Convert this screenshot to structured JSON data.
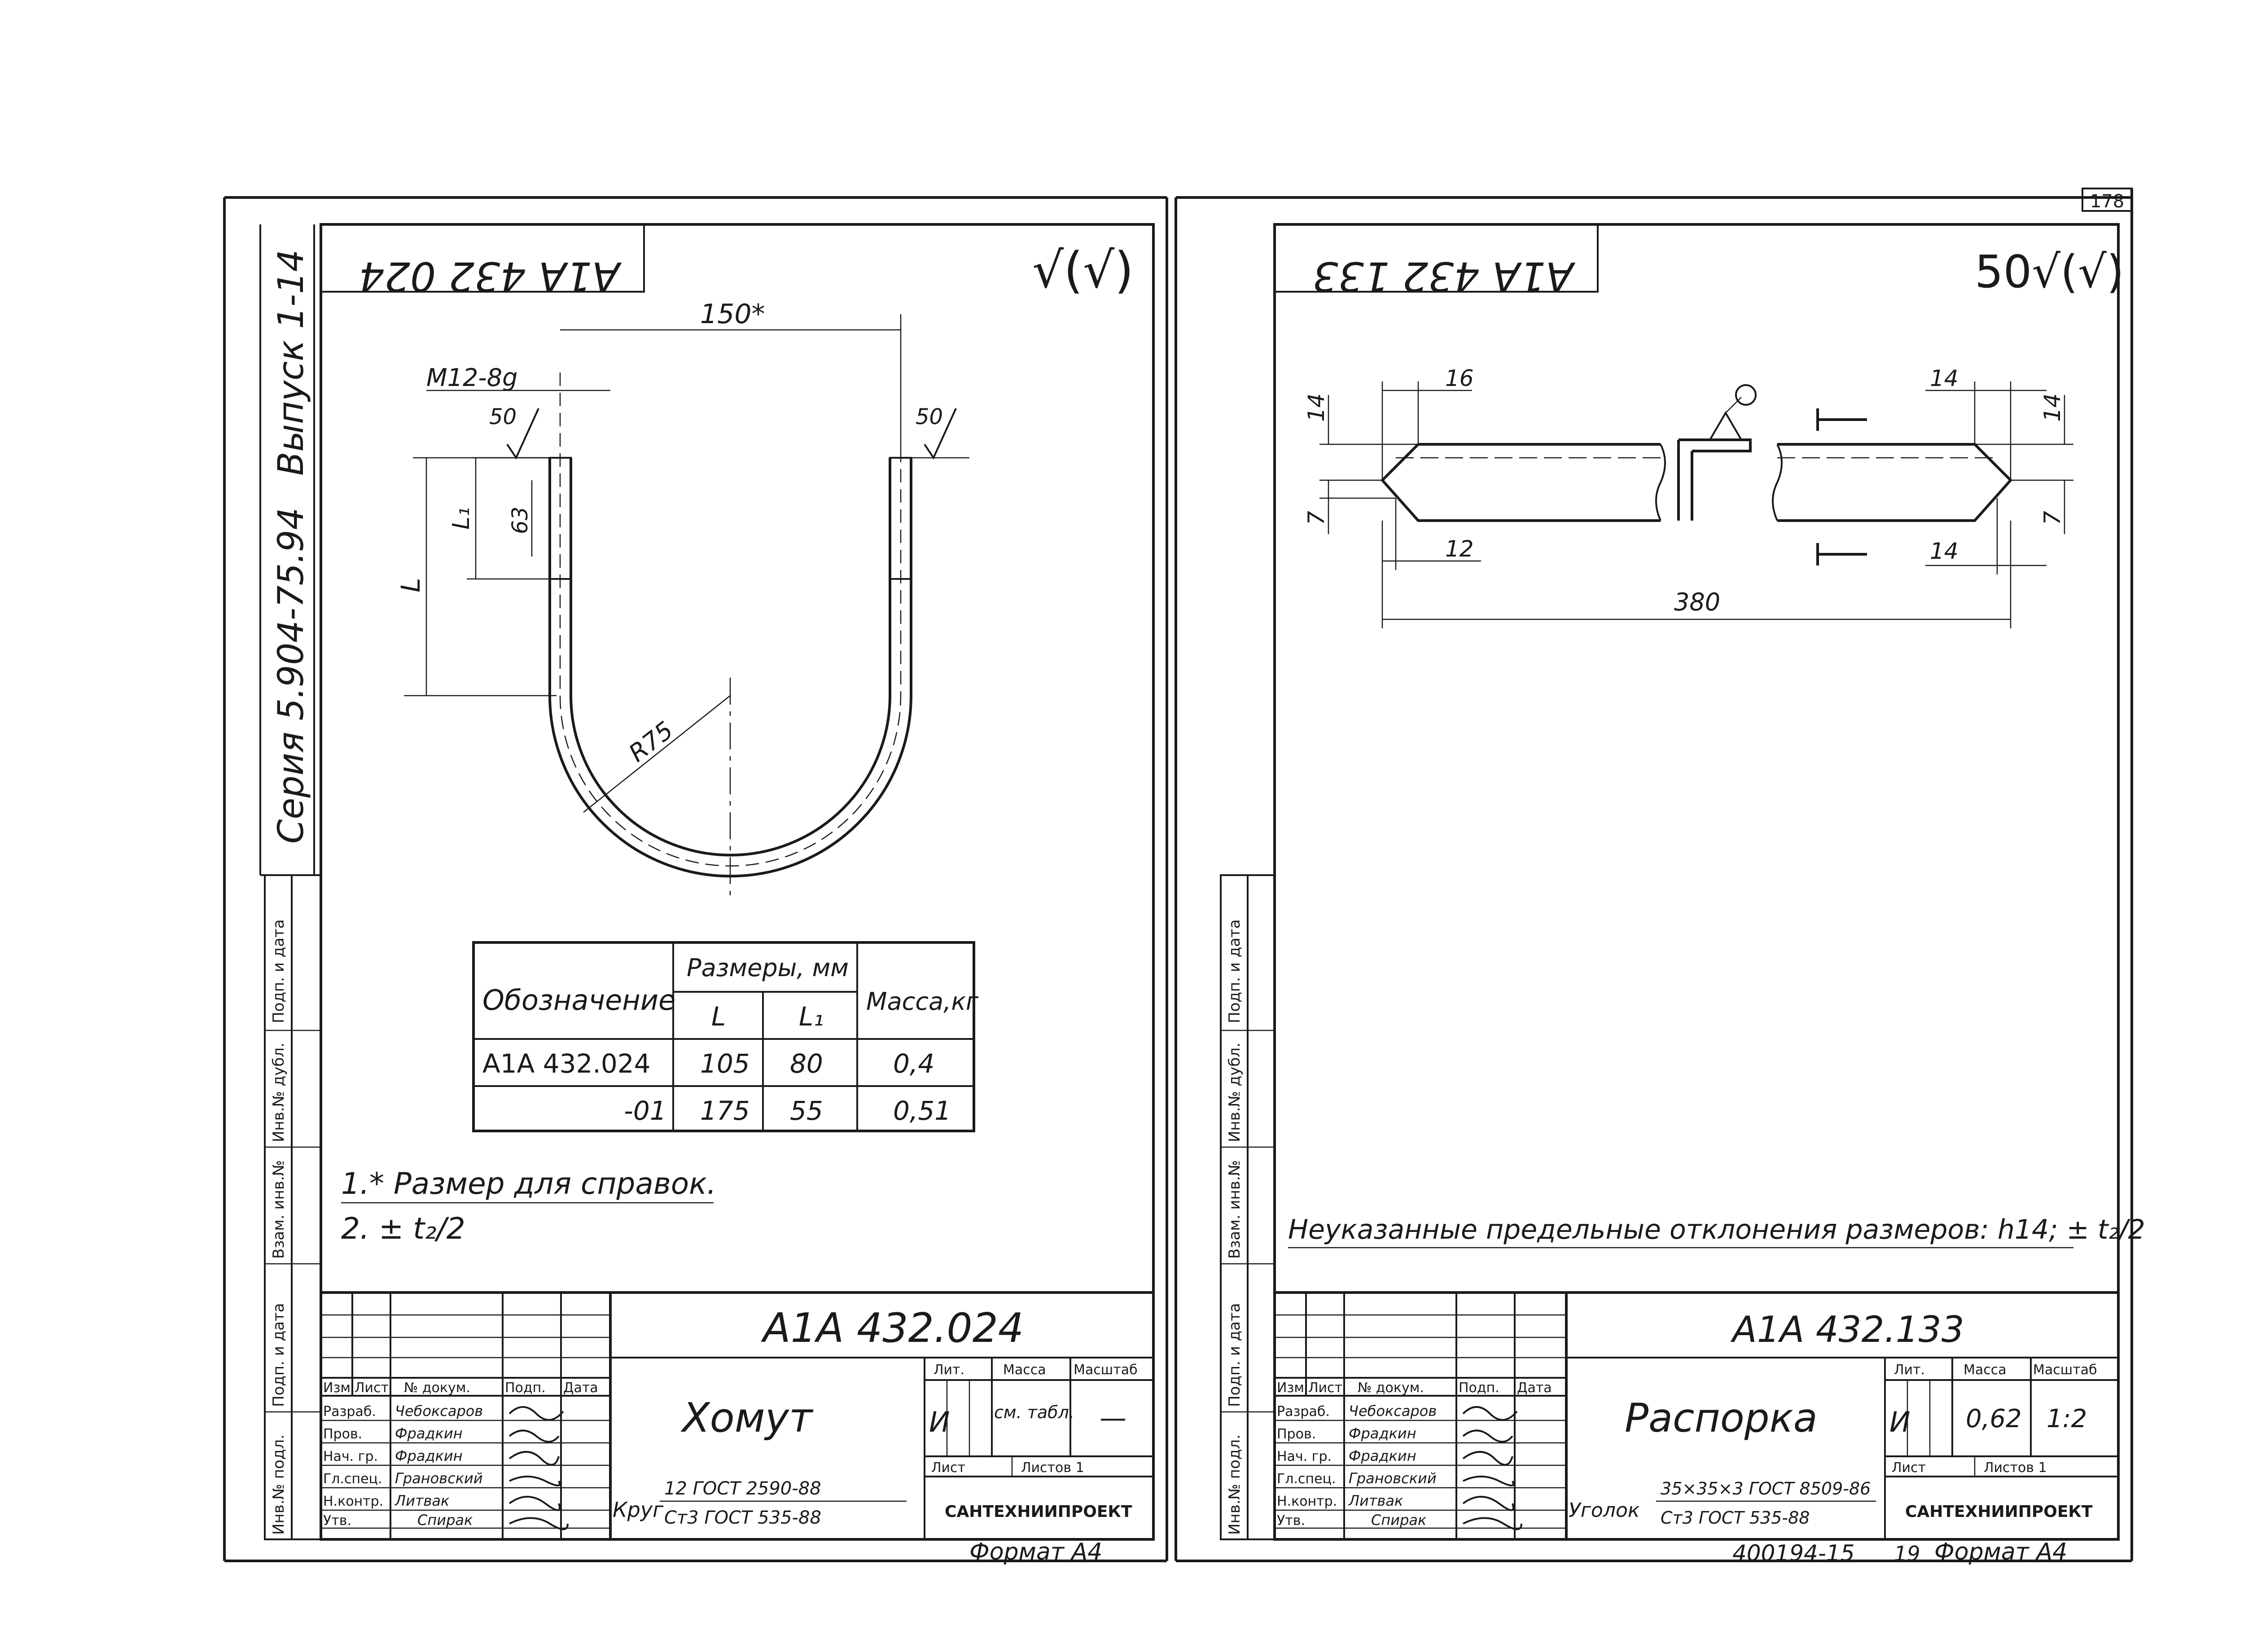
{
  "page_number": "178",
  "series_side": {
    "series": "Серия 5.904-75.94",
    "issue": "Выпуск 1-14"
  },
  "side_stamp": {
    "cells": [
      "Подп. и дата",
      "Инв.№ дубл.",
      "Взам. инв.№",
      "Подп. и дата",
      "Инв.№ подл."
    ]
  },
  "left_sheet": {
    "corner_code": "А1А 432 024",
    "roughness_general": "√(√)",
    "drawing": {
      "dim_width": "150*",
      "dim_thread": "М12-8g",
      "rough_left": "50",
      "rough_right": "50",
      "dim_L": "L",
      "dim_L1": "L₁",
      "dim_63": "63",
      "dim_radius": "R75"
    },
    "table": {
      "header_designation": "Обозначение",
      "header_sizes": "Размеры, мм",
      "header_L": "L",
      "header_L1": "L₁",
      "header_mass": "Масса,кг",
      "rows": [
        {
          "designation": "А1А 432.024",
          "L": "105",
          "L1": "80",
          "mass": "0,4"
        },
        {
          "designation": "-01",
          "L": "175",
          "L1": "55",
          "mass": "0,51"
        }
      ]
    },
    "notes": [
      "1.* Размер для справок.",
      "2. ± t₂/2"
    ],
    "title_block": {
      "code": "А1А 432.024",
      "name": "Хомут",
      "head": [
        "Изм.",
        "Лист",
        "№ докум.",
        "Подп.",
        "Дата"
      ],
      "roles": [
        "Разраб.",
        "Пров.",
        "Нач. гр.",
        "Гл.спец.",
        "Н.контр.",
        "Утв."
      ],
      "people": [
        "Чебоксаров",
        "Фрадкин",
        "Фрадкин",
        "Грановский",
        "Литвак",
        "Спирак"
      ],
      "lit_label": "Лит.",
      "mass_label": "Масса",
      "scale_label": "Масштаб",
      "lit_value": "И",
      "mass_value": "см. табл.",
      "scale_value": "—",
      "sheet_label": "Лист",
      "sheets_label": "Листов 1",
      "material_prefix": "Круг",
      "material_top": "12 ГОСТ 2590-88",
      "material_bottom": "Ст3 ГОСТ 535-88",
      "organization": "САНТЕХНИИПРОЕКТ"
    },
    "format": "Формат А4"
  },
  "right_sheet": {
    "corner_code": "А1А 432 133",
    "roughness_general": "50√(√)",
    "drawing": {
      "dim_16": "16",
      "dim_14_left": "14",
      "dim_7_left": "7",
      "dim_12": "12",
      "dim_14_top": "14",
      "dim_14_right": "14",
      "dim_7_right": "7",
      "dim_14_bottom": "14",
      "dim_380": "380"
    },
    "note": "Неуказанные предельные отклонения размеров: h14; ± t₂/2",
    "title_block": {
      "code": "А1А 432.133",
      "name": "Распорка",
      "head": [
        "Изм.",
        "Лист",
        "№ докум.",
        "Подп.",
        "Дата"
      ],
      "roles": [
        "Разраб.",
        "Пров.",
        "Нач. гр.",
        "Гл.спец.",
        "Н.контр.",
        "Утв."
      ],
      "people": [
        "Чебоксаров",
        "Фрадкин",
        "Фрадкин",
        "Грановский",
        "Литвак",
        "Спирак"
      ],
      "lit_label": "Лит.",
      "mass_label": "Масса",
      "scale_label": "Масштаб",
      "lit_value": "И",
      "mass_value": "0,62",
      "scale_value": "1:2",
      "sheet_label": "Лист",
      "sheets_label": "Листов 1",
      "material_prefix": "Уголок",
      "material_top": "35×35×3 ГОСТ 8509-86",
      "material_bottom": "Ст3 ГОСТ 535-88",
      "organization": "САНТЕХНИИПРОЕКТ"
    },
    "stamp_number": "400194-15",
    "stamp_index": "19",
    "format": "Формат А4"
  }
}
